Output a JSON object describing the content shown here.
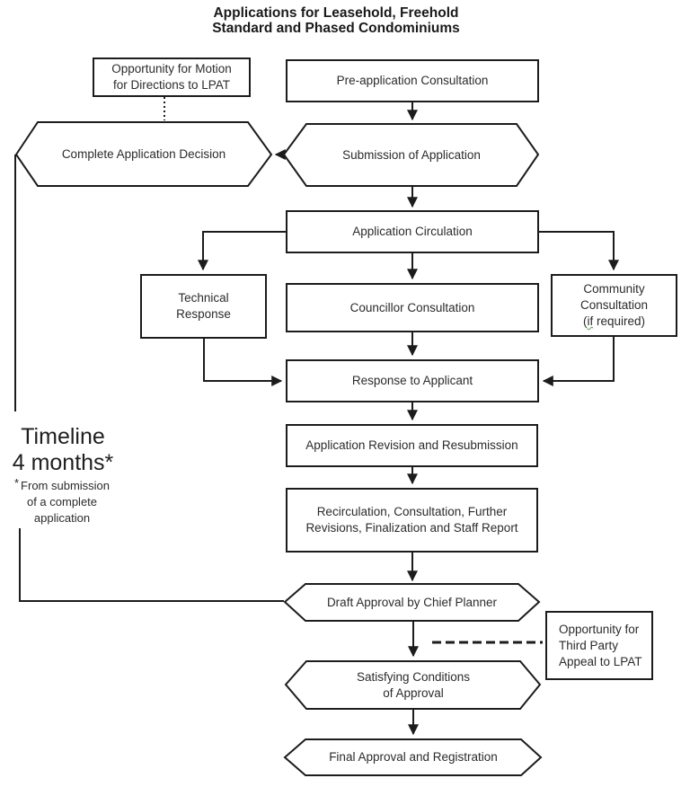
{
  "title": {
    "line1": "Applications for Leasehold, Freehold",
    "line2": "Standard and Phased Condominiums"
  },
  "nodes": {
    "motion": {
      "line1": "Opportunity for Motion",
      "line2": "for Directions to LPAT"
    },
    "preapp": {
      "label": "Pre-application Consultation"
    },
    "complete": {
      "label": "Complete Application Decision"
    },
    "submission": {
      "label": "Submission of Application"
    },
    "circulation": {
      "label": "Application Circulation"
    },
    "technical": {
      "line1": "Technical",
      "line2": "Response"
    },
    "councillor": {
      "label": "Councillor Consultation"
    },
    "community": {
      "line1": "Community",
      "line2": "Consultation",
      "line3_pre": "(",
      "line3_if": "if",
      "line3_post": " required)"
    },
    "response": {
      "label": "Response to Applicant"
    },
    "revision": {
      "label": "Application Revision and Resubmission"
    },
    "recirculation": {
      "line1": "Recirculation, Consultation, Further",
      "line2": "Revisions, Finalization and Staff Report"
    },
    "draft": {
      "label": "Draft Approval by Chief Planner"
    },
    "thirdparty": {
      "line1": "Opportunity for",
      "line2": "Third Party",
      "line3": "Appeal to LPAT"
    },
    "satisfying": {
      "line1": "Satisfying Conditions",
      "line2": "of Approval"
    },
    "final": {
      "label": "Final Approval and Registration"
    }
  },
  "timeline": {
    "heading1": "Timeline",
    "heading2": "4 months*",
    "note_star": "*",
    "note1": "From submission",
    "note2": "of a complete",
    "note3": "application"
  },
  "colors": {
    "line": "#1c1c1c",
    "text": "#2b2b2b",
    "background": "#ffffff",
    "spellcheck_underline": "#57a057"
  }
}
